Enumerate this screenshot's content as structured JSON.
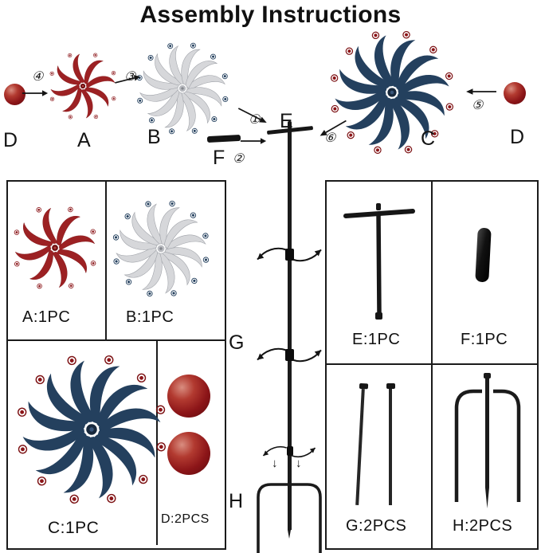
{
  "title": "Assembly Instructions",
  "diagram": {
    "letters": {
      "d_left": "D",
      "a": "A",
      "b": "B",
      "f": "F",
      "e": "E",
      "c": "C",
      "d_right": "D",
      "g": "G",
      "h": "H"
    },
    "steps": {
      "s1": "①",
      "s2": "②",
      "s3": "③",
      "s4": "④",
      "s5": "⑤",
      "s6": "⑥"
    },
    "insert_arrow": "↓"
  },
  "parts_list": {
    "left": {
      "a": "A:1PC",
      "b": "B:1PC",
      "c": "C:1PC",
      "d": "D:2PCS"
    },
    "right": {
      "e": "E:1PC",
      "f": "F:1PC",
      "g": "G:2PCS",
      "h": "H:2PCS"
    }
  },
  "colors": {
    "ink": "#141414",
    "spinner_red": "#9c2123",
    "spinner_silver": "#d6d7da",
    "spinner_navy": "#24405e",
    "ball_red": "#7c1113"
  }
}
